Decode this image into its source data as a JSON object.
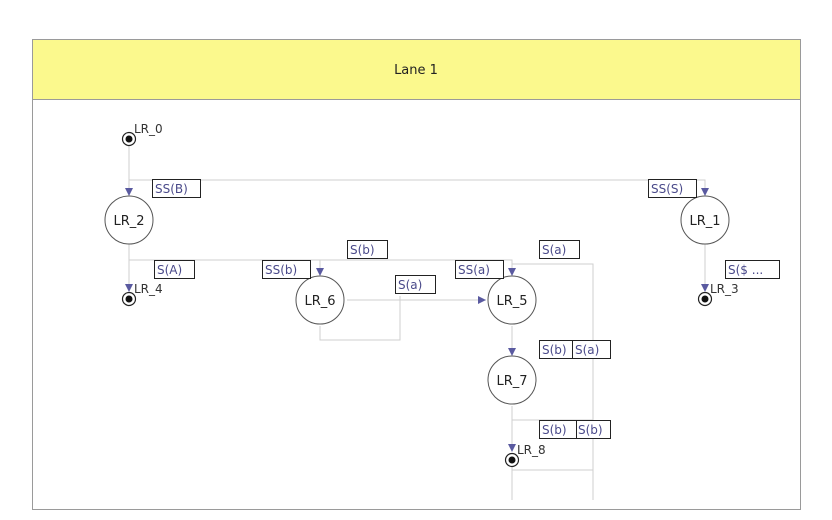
{
  "lane": {
    "title": "Lane 1",
    "header_color": "#fbf98d",
    "border_color": "#9a9a9a"
  },
  "states": [
    {
      "id": "lr2",
      "label": "LR_2"
    },
    {
      "id": "lr1",
      "label": "LR_1"
    },
    {
      "id": "lr6",
      "label": "LR_6"
    },
    {
      "id": "lr5",
      "label": "LR_5"
    },
    {
      "id": "lr7",
      "label": "LR_7"
    }
  ],
  "terminals": [
    {
      "id": "lr0",
      "label": "LR_0"
    },
    {
      "id": "lr4",
      "label": "LR_4"
    },
    {
      "id": "lr3",
      "label": "LR_3"
    },
    {
      "id": "lr8",
      "label": "LR_8"
    }
  ],
  "edge_labels": [
    {
      "id": "e_ssB",
      "text": "SS(B)"
    },
    {
      "id": "e_ssS",
      "text": "SS(S)"
    },
    {
      "id": "e_sb_top",
      "text": "S(b)"
    },
    {
      "id": "e_sa_top",
      "text": "S(a)"
    },
    {
      "id": "e_sA",
      "text": "S(A)"
    },
    {
      "id": "e_ssb",
      "text": "SS(b)"
    },
    {
      "id": "e_ssa",
      "text": "SS(a)"
    },
    {
      "id": "e_sdollar",
      "text": "S($ ..."
    },
    {
      "id": "e_sa_mid",
      "text": "S(a)"
    },
    {
      "id": "e_sb_57",
      "text": "S(b)"
    },
    {
      "id": "e_sa_57",
      "text": "S(a)"
    },
    {
      "id": "e_sb_78",
      "text": "S(b)"
    },
    {
      "id": "e_sb_78b",
      "text": "S(b)"
    }
  ],
  "colors": {
    "edge": "#cfcfcf",
    "arrow": "#5a5aa0",
    "label_text": "#4a4a8a"
  }
}
